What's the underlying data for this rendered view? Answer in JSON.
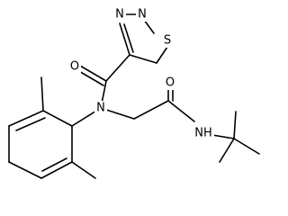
{
  "atom_labels": {
    "n_ring_left": "N",
    "n_ring_right": "N",
    "s_ring": "S",
    "o_carbonyl_top": "O",
    "n_amide_center": "N",
    "o_carbonyl_right": "O",
    "nh_amide": "NH"
  },
  "colors": {
    "bond": "#000000",
    "label": "#000000",
    "background": "#ffffff"
  }
}
